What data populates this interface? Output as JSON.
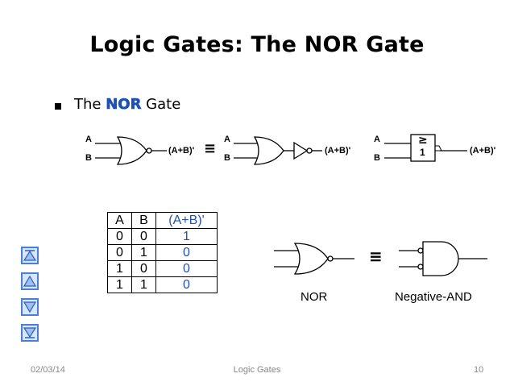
{
  "slide": {
    "title": "Logic Gates: The NOR Gate",
    "bullet_prefix": "The ",
    "bullet_highlight": "NOR",
    "bullet_suffix": " Gate",
    "accent_color": "#1f4fb7"
  },
  "symbols": {
    "input_a": "A",
    "input_b": "B",
    "output": "(A+B)'",
    "equiv": "≡",
    "iec_ge": "≥",
    "iec_one": "1"
  },
  "truth_table": {
    "headers": [
      "A",
      "B",
      "(A+B)'"
    ],
    "rows": [
      [
        "0",
        "0",
        "1"
      ],
      [
        "0",
        "1",
        "0"
      ],
      [
        "1",
        "0",
        "0"
      ],
      [
        "1",
        "1",
        "0"
      ]
    ]
  },
  "equivalence": {
    "left_label": "NOR",
    "right_label": "Negative-AND",
    "equiv": "≡"
  },
  "nav_buttons": [
    "first-icon",
    "previous-icon",
    "next-icon",
    "last-icon"
  ],
  "footer": {
    "date": "02/03/14",
    "center": "Logic Gates",
    "page": "10"
  }
}
